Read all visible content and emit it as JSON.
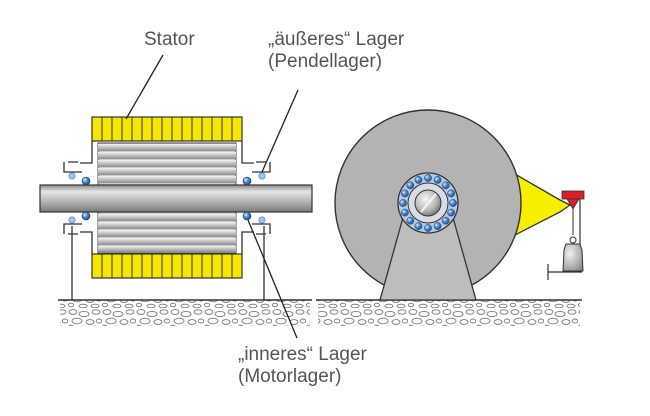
{
  "labels": {
    "stator": "Stator",
    "outer_bearing_line1": "„äußeres“ Lager",
    "outer_bearing_line2": "(Pendellager)",
    "inner_bearing_line1": "„inneres“ Lager",
    "inner_bearing_line2": "(Motorlager)"
  },
  "colors": {
    "stator_yellow": "#f7e600",
    "steel_gray": "#b8b8b8",
    "disc_gray": "#b3b3b3",
    "arm_yellow": "#f7ee00",
    "ball_blue": "#3a7cc8",
    "weight_red": "#d8202a",
    "label_text": "#555555"
  }
}
